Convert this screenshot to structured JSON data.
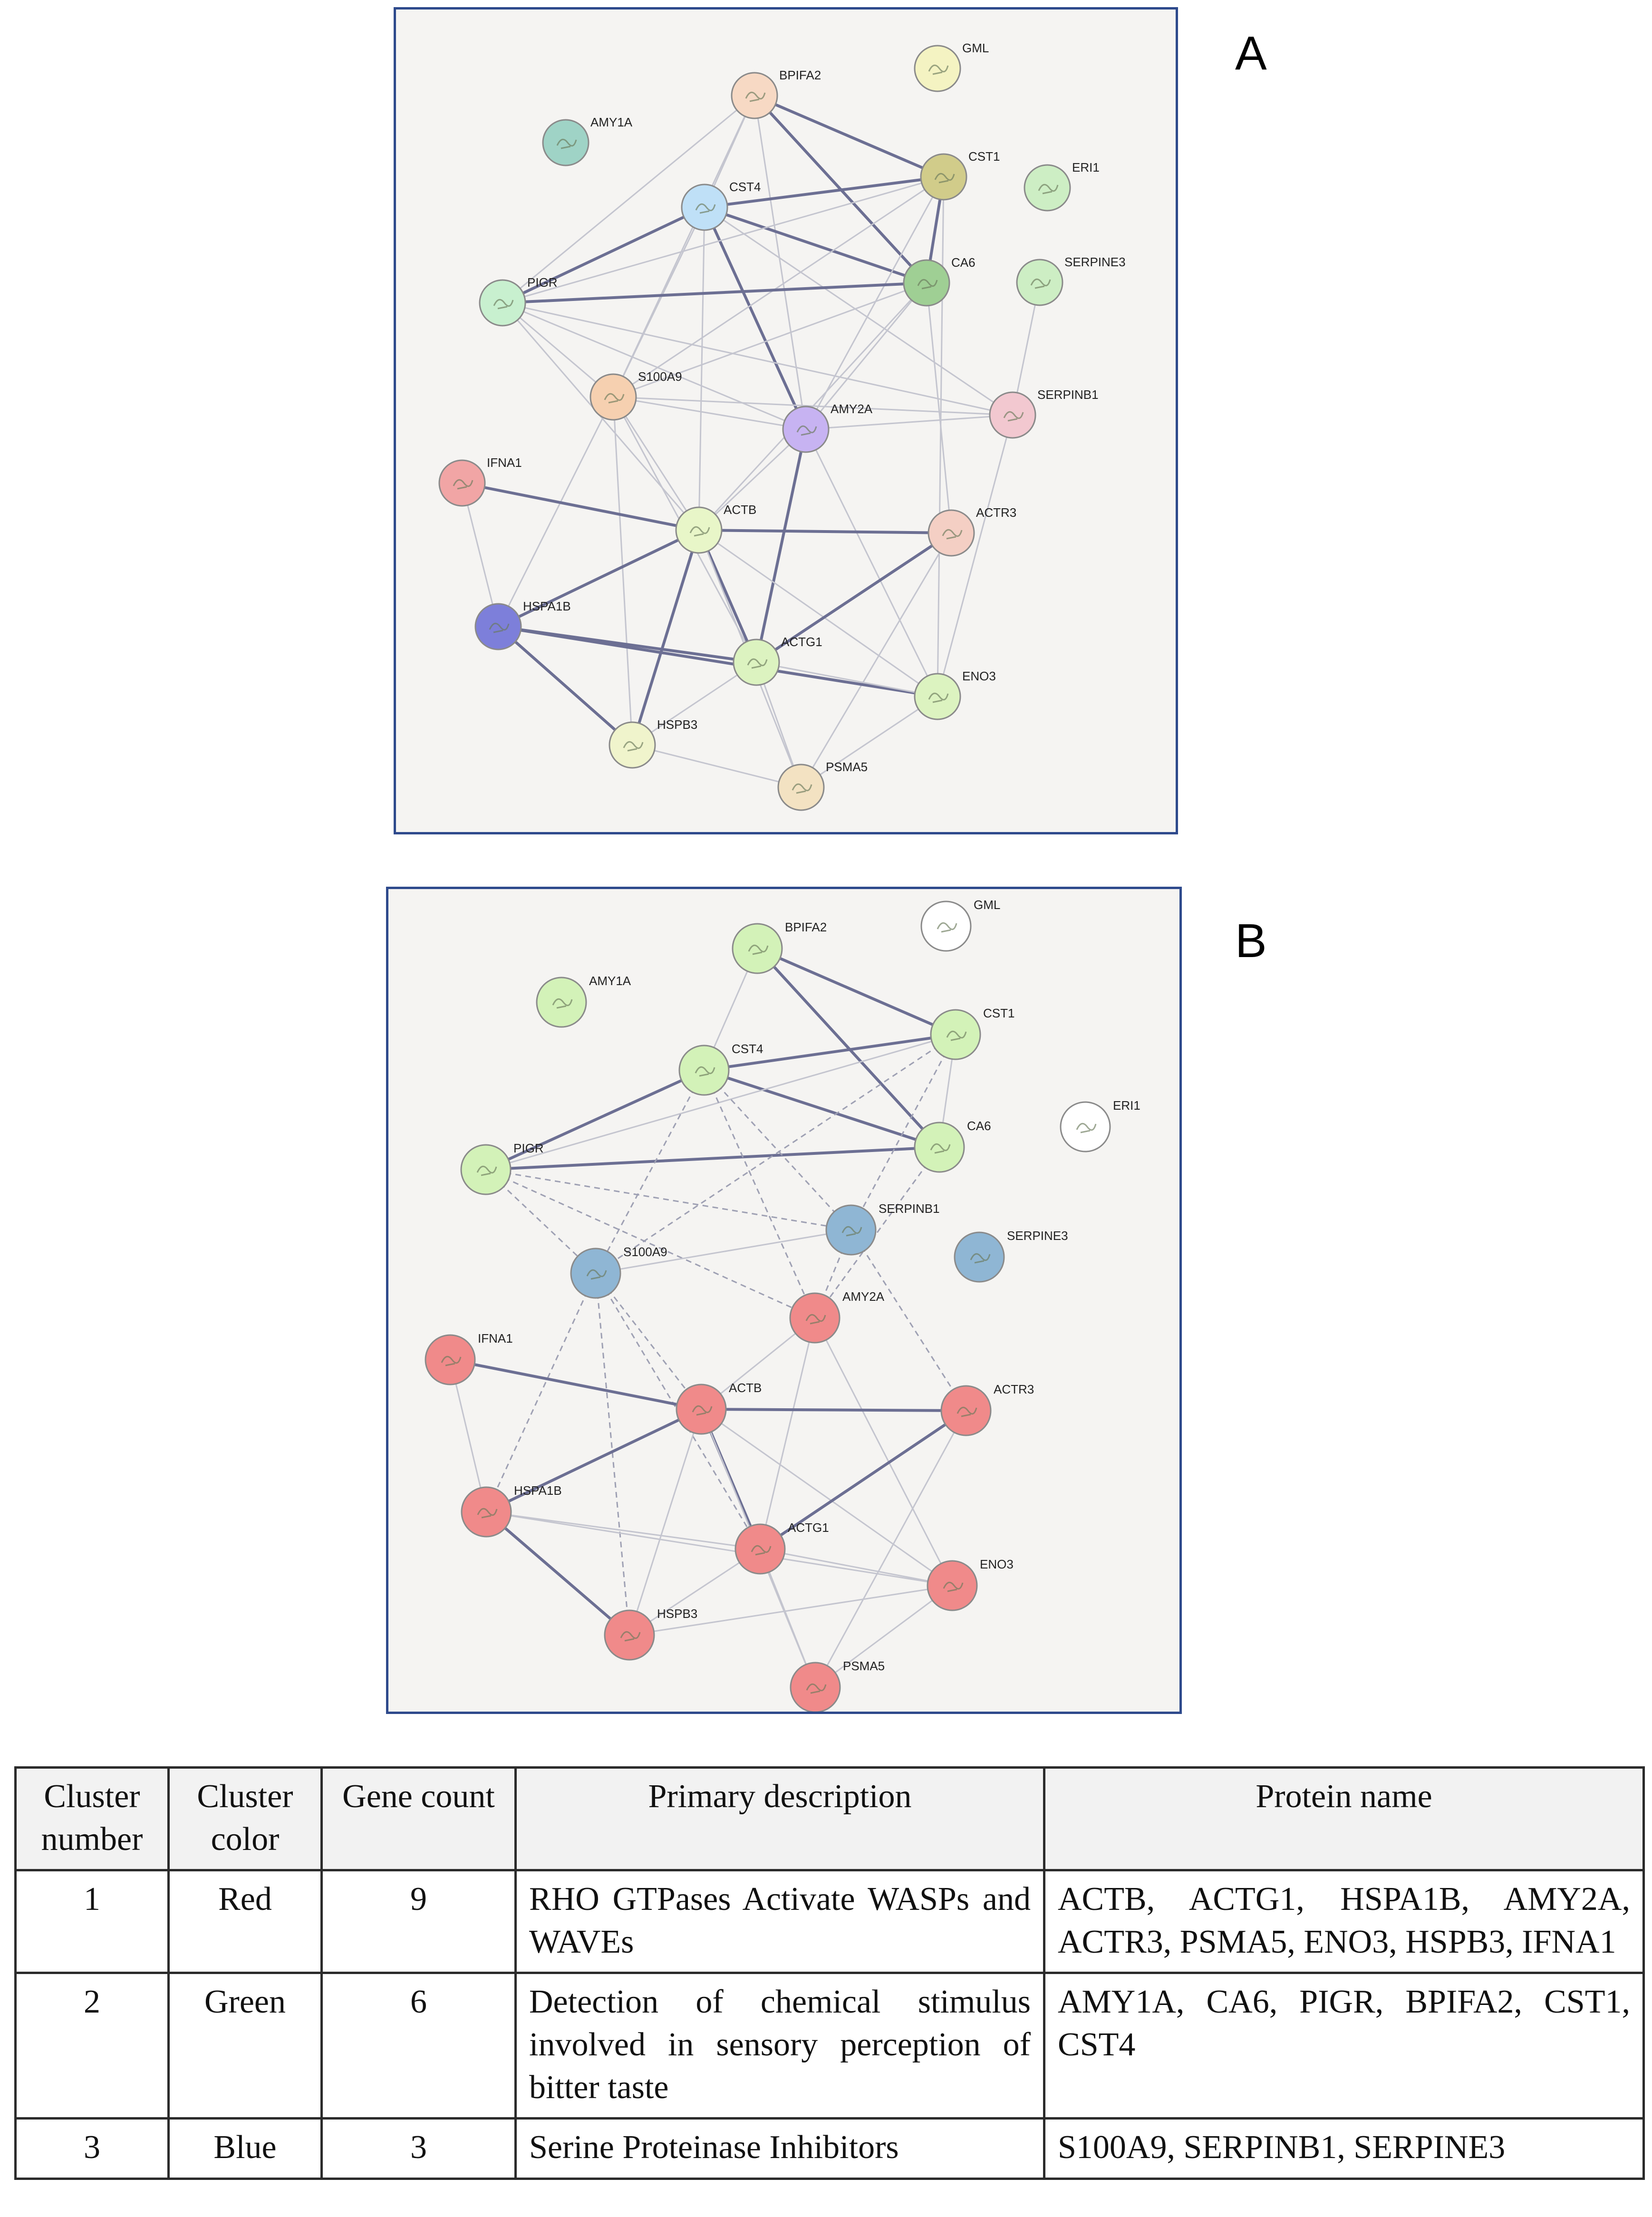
{
  "panels": {
    "a": {
      "letter": "A",
      "nodes": [
        {
          "id": "BPIFA2",
          "label": "BPIFA2",
          "color": "#f7d9c4"
        },
        {
          "id": "GML",
          "label": "GML",
          "color": "#f4f3c2"
        },
        {
          "id": "AMY1A",
          "label": "AMY1A",
          "color": "#9fd3c6"
        },
        {
          "id": "CST1",
          "label": "CST1",
          "color": "#d1cc8a"
        },
        {
          "id": "ERI1",
          "label": "ERI1",
          "color": "#cdeec4"
        },
        {
          "id": "CST4",
          "label": "CST4",
          "color": "#bfe0f7"
        },
        {
          "id": "CA6",
          "label": "CA6",
          "color": "#9fcf94"
        },
        {
          "id": "SERPINE3",
          "label": "SERPINE3",
          "color": "#cdeec4"
        },
        {
          "id": "PIGR",
          "label": "PIGR",
          "color": "#c8f0cf"
        },
        {
          "id": "S100A9",
          "label": "S100A9",
          "color": "#f6d0b0"
        },
        {
          "id": "AMY2A",
          "label": "AMY2A",
          "color": "#c7b3f2"
        },
        {
          "id": "SERPINB1",
          "label": "SERPINB1",
          "color": "#f2c8d0"
        },
        {
          "id": "IFNA1",
          "label": "IFNA1",
          "color": "#f1a5a5"
        },
        {
          "id": "ACTB",
          "label": "ACTB",
          "color": "#e8f6c8"
        },
        {
          "id": "ACTR3",
          "label": "ACTR3",
          "color": "#f4cfc4"
        },
        {
          "id": "HSPA1B",
          "label": "HSPA1B",
          "color": "#7d7fda"
        },
        {
          "id": "ACTG1",
          "label": "ACTG1",
          "color": "#dcf3c0"
        },
        {
          "id": "ENO3",
          "label": "ENO3",
          "color": "#dcf3c0"
        },
        {
          "id": "HSPB3",
          "label": "HSPB3",
          "color": "#f0f4cc"
        },
        {
          "id": "PSMA5",
          "label": "PSMA5",
          "color": "#f3e2c2"
        }
      ],
      "edges": [
        {
          "source": "BPIFA2",
          "target": "CST1",
          "strong": true
        },
        {
          "source": "BPIFA2",
          "target": "CA6",
          "strong": true
        },
        {
          "source": "BPIFA2",
          "target": "CST4",
          "strong": false
        },
        {
          "source": "BPIFA2",
          "target": "PIGR",
          "strong": false
        },
        {
          "source": "BPIFA2",
          "target": "S100A9",
          "strong": false
        },
        {
          "source": "BPIFA2",
          "target": "AMY2A",
          "strong": false
        },
        {
          "source": "CST4",
          "target": "CST1",
          "strong": true
        },
        {
          "source": "CST4",
          "target": "CA6",
          "strong": true
        },
        {
          "source": "CST4",
          "target": "PIGR",
          "strong": true
        },
        {
          "source": "CST4",
          "target": "AMY2A",
          "strong": true
        },
        {
          "source": "CST4",
          "target": "S100A9",
          "strong": false
        },
        {
          "source": "CST4",
          "target": "ACTB",
          "strong": false
        },
        {
          "source": "CST4",
          "target": "SERPINB1",
          "strong": false
        },
        {
          "source": "CST1",
          "target": "CA6",
          "strong": true
        },
        {
          "source": "CST1",
          "target": "PIGR",
          "strong": false
        },
        {
          "source": "CST1",
          "target": "S100A9",
          "strong": false
        },
        {
          "source": "CST1",
          "target": "AMY2A",
          "strong": false
        },
        {
          "source": "CST1",
          "target": "ENO3",
          "strong": false
        },
        {
          "source": "PIGR",
          "target": "CA6",
          "strong": true
        },
        {
          "source": "PIGR",
          "target": "S100A9",
          "strong": false
        },
        {
          "source": "PIGR",
          "target": "AMY2A",
          "strong": false
        },
        {
          "source": "PIGR",
          "target": "ACTB",
          "strong": false
        },
        {
          "source": "PIGR",
          "target": "SERPINB1",
          "strong": false
        },
        {
          "source": "CA6",
          "target": "AMY2A",
          "strong": false
        },
        {
          "source": "CA6",
          "target": "S100A9",
          "strong": false
        },
        {
          "source": "CA6",
          "target": "ACTR3",
          "strong": false
        },
        {
          "source": "CA6",
          "target": "ACTB",
          "strong": false
        },
        {
          "source": "S100A9",
          "target": "AMY2A",
          "strong": false
        },
        {
          "source": "S100A9",
          "target": "ACTB",
          "strong": false
        },
        {
          "source": "S100A9",
          "target": "HSPA1B",
          "strong": false
        },
        {
          "source": "S100A9",
          "target": "ACTG1",
          "strong": false
        },
        {
          "source": "S100A9",
          "target": "HSPB3",
          "strong": false
        },
        {
          "source": "S100A9",
          "target": "SERPINB1",
          "strong": false
        },
        {
          "source": "AMY2A",
          "target": "ACTG1",
          "strong": true
        },
        {
          "source": "AMY2A",
          "target": "ACTB",
          "strong": false
        },
        {
          "source": "AMY2A",
          "target": "SERPINB1",
          "strong": false
        },
        {
          "source": "AMY2A",
          "target": "ENO3",
          "strong": false
        },
        {
          "source": "IFNA1",
          "target": "ACTB",
          "strong": true
        },
        {
          "source": "IFNA1",
          "target": "HSPA1B",
          "strong": false
        },
        {
          "source": "ACTB",
          "target": "ACTR3",
          "strong": true
        },
        {
          "source": "ACTB",
          "target": "ACTG1",
          "strong": true
        },
        {
          "source": "ACTB",
          "target": "HSPA1B",
          "strong": true
        },
        {
          "source": "ACTB",
          "target": "HSPB3",
          "strong": true
        },
        {
          "source": "ACTB",
          "target": "ENO3",
          "strong": false
        },
        {
          "source": "ACTB",
          "target": "PSMA5",
          "strong": false
        },
        {
          "source": "ACTR3",
          "target": "ACTG1",
          "strong": true
        },
        {
          "source": "ACTR3",
          "target": "PSMA5",
          "strong": false
        },
        {
          "source": "HSPA1B",
          "target": "ACTG1",
          "strong": true
        },
        {
          "source": "HSPA1B",
          "target": "HSPB3",
          "strong": true
        },
        {
          "source": "HSPA1B",
          "target": "ENO3",
          "strong": true
        },
        {
          "source": "ACTG1",
          "target": "HSPB3",
          "strong": false
        },
        {
          "source": "ACTG1",
          "target": "ENO3",
          "strong": false
        },
        {
          "source": "ACTG1",
          "target": "PSMA5",
          "strong": false
        },
        {
          "source": "ENO3",
          "target": "PSMA5",
          "strong": false
        },
        {
          "source": "ENO3",
          "target": "SERPINB1",
          "strong": false
        },
        {
          "source": "HSPB3",
          "target": "PSMA5",
          "strong": false
        },
        {
          "source": "SERPINB1",
          "target": "SERPINE3",
          "strong": false
        }
      ]
    },
    "b": {
      "letter": "B",
      "nodes": [
        {
          "id": "BPIFA2",
          "label": "BPIFA2",
          "color": "#d3f2b8"
        },
        {
          "id": "GML",
          "label": "GML",
          "color": "#ffffff"
        },
        {
          "id": "AMY1A",
          "label": "AMY1A",
          "color": "#d3f2b8"
        },
        {
          "id": "CST1",
          "label": "CST1",
          "color": "#d3f2b8"
        },
        {
          "id": "ERI1",
          "label": "ERI1",
          "color": "#ffffff"
        },
        {
          "id": "CST4",
          "label": "CST4",
          "color": "#d3f2b8"
        },
        {
          "id": "CA6",
          "label": "CA6",
          "color": "#d3f2b8"
        },
        {
          "id": "PIGR",
          "label": "PIGR",
          "color": "#d3f2b8"
        },
        {
          "id": "SERPINB1",
          "label": "SERPINB1",
          "color": "#8fb6d4"
        },
        {
          "id": "SERPINE3",
          "label": "SERPINE3",
          "color": "#8fb6d4"
        },
        {
          "id": "S100A9",
          "label": "S100A9",
          "color": "#8fb6d4"
        },
        {
          "id": "AMY2A",
          "label": "AMY2A",
          "color": "#f08a8a"
        },
        {
          "id": "IFNA1",
          "label": "IFNA1",
          "color": "#f08a8a"
        },
        {
          "id": "ACTB",
          "label": "ACTB",
          "color": "#f08a8a"
        },
        {
          "id": "ACTR3",
          "label": "ACTR3",
          "color": "#f08a8a"
        },
        {
          "id": "HSPA1B",
          "label": "HSPA1B",
          "color": "#f08a8a"
        },
        {
          "id": "ACTG1",
          "label": "ACTG1",
          "color": "#f08a8a"
        },
        {
          "id": "ENO3",
          "label": "ENO3",
          "color": "#f08a8a"
        },
        {
          "id": "HSPB3",
          "label": "HSPB3",
          "color": "#f08a8a"
        },
        {
          "id": "PSMA5",
          "label": "PSMA5",
          "color": "#f08a8a"
        }
      ],
      "edges": [
        {
          "source": "BPIFA2",
          "target": "CST1",
          "style": "strong"
        },
        {
          "source": "BPIFA2",
          "target": "CA6",
          "style": "strong"
        },
        {
          "source": "BPIFA2",
          "target": "CST4",
          "style": "solid"
        },
        {
          "source": "CST4",
          "target": "CST1",
          "style": "strong"
        },
        {
          "source": "CST4",
          "target": "CA6",
          "style": "strong"
        },
        {
          "source": "CST4",
          "target": "PIGR",
          "style": "strong"
        },
        {
          "source": "CST1",
          "target": "CA6",
          "style": "solid"
        },
        {
          "source": "PIGR",
          "target": "CA6",
          "style": "strong"
        },
        {
          "source": "PIGR",
          "target": "CST1",
          "style": "solid"
        },
        {
          "source": "CST4",
          "target": "S100A9",
          "style": "dashed"
        },
        {
          "source": "CST4",
          "target": "AMY2A",
          "style": "dashed"
        },
        {
          "source": "CST4",
          "target": "SERPINB1",
          "style": "dashed"
        },
        {
          "source": "CST1",
          "target": "S100A9",
          "style": "dashed"
        },
        {
          "source": "CST1",
          "target": "SERPINB1",
          "style": "dashed"
        },
        {
          "source": "CA6",
          "target": "AMY2A",
          "style": "dashed"
        },
        {
          "source": "PIGR",
          "target": "S100A9",
          "style": "dashed"
        },
        {
          "source": "PIGR",
          "target": "AMY2A",
          "style": "dashed"
        },
        {
          "source": "PIGR",
          "target": "SERPINB1",
          "style": "dashed"
        },
        {
          "source": "S100A9",
          "target": "SERPINB1",
          "style": "solid"
        },
        {
          "source": "S100A9",
          "target": "HSPA1B",
          "style": "dashed"
        },
        {
          "source": "S100A9",
          "target": "ACTB",
          "style": "dashed"
        },
        {
          "source": "S100A9",
          "target": "ACTG1",
          "style": "dashed"
        },
        {
          "source": "S100A9",
          "target": "HSPB3",
          "style": "dashed"
        },
        {
          "source": "SERPINB1",
          "target": "AMY2A",
          "style": "dashed"
        },
        {
          "source": "SERPINB1",
          "target": "ACTR3",
          "style": "dashed"
        },
        {
          "source": "AMY2A",
          "target": "ACTG1",
          "style": "solid"
        },
        {
          "source": "AMY2A",
          "target": "ACTB",
          "style": "solid"
        },
        {
          "source": "AMY2A",
          "target": "ENO3",
          "style": "solid"
        },
        {
          "source": "IFNA1",
          "target": "ACTB",
          "style": "strong"
        },
        {
          "source": "IFNA1",
          "target": "HSPA1B",
          "style": "solid"
        },
        {
          "source": "ACTB",
          "target": "ACTR3",
          "style": "strong"
        },
        {
          "source": "ACTB",
          "target": "ACTG1",
          "style": "strong"
        },
        {
          "source": "ACTB",
          "target": "HSPA1B",
          "style": "strong"
        },
        {
          "source": "ACTB",
          "target": "HSPB3",
          "style": "solid"
        },
        {
          "source": "ACTB",
          "target": "ENO3",
          "style": "solid"
        },
        {
          "source": "ACTB",
          "target": "PSMA5",
          "style": "solid"
        },
        {
          "source": "ACTR3",
          "target": "ACTG1",
          "style": "strong"
        },
        {
          "source": "ACTR3",
          "target": "PSMA5",
          "style": "solid"
        },
        {
          "source": "HSPA1B",
          "target": "ACTG1",
          "style": "solid"
        },
        {
          "source": "HSPA1B",
          "target": "HSPB3",
          "style": "strong"
        },
        {
          "source": "HSPA1B",
          "target": "ENO3",
          "style": "solid"
        },
        {
          "source": "ACTG1",
          "target": "HSPB3",
          "style": "solid"
        },
        {
          "source": "ACTG1",
          "target": "ENO3",
          "style": "solid"
        },
        {
          "source": "ACTG1",
          "target": "PSMA5",
          "style": "solid"
        },
        {
          "source": "HSPB3",
          "target": "ENO3",
          "style": "solid"
        },
        {
          "source": "ENO3",
          "target": "PSMA5",
          "style": "solid"
        }
      ]
    }
  },
  "table": {
    "headers": {
      "cluster_number": "Cluster number",
      "cluster_color": "Cluster color",
      "gene_count": "Gene count",
      "primary_description": "Primary description",
      "protein_name": "Protein name"
    },
    "rows": [
      {
        "number": "1",
        "color": "Red",
        "count": "9",
        "description": "RHO GTPases Activate WASPs and WAVEs",
        "proteins": "ACTB, ACTG1, HSPA1B, AMY2A, ACTR3, PSMA5, ENO3, HSPB3, IFNA1"
      },
      {
        "number": "2",
        "color": "Green",
        "count": "6",
        "description": "Detection of chemical stimulus involved in sensory perception of bitter taste",
        "proteins": "AMY1A, CA6, PIGR, BPIFA2, CST1, CST4"
      },
      {
        "number": "3",
        "color": "Blue",
        "count": "3",
        "description": "Serine Proteinase Inhibitors",
        "proteins": "S100A9, SERPINB1, SERPINE3"
      }
    ]
  }
}
